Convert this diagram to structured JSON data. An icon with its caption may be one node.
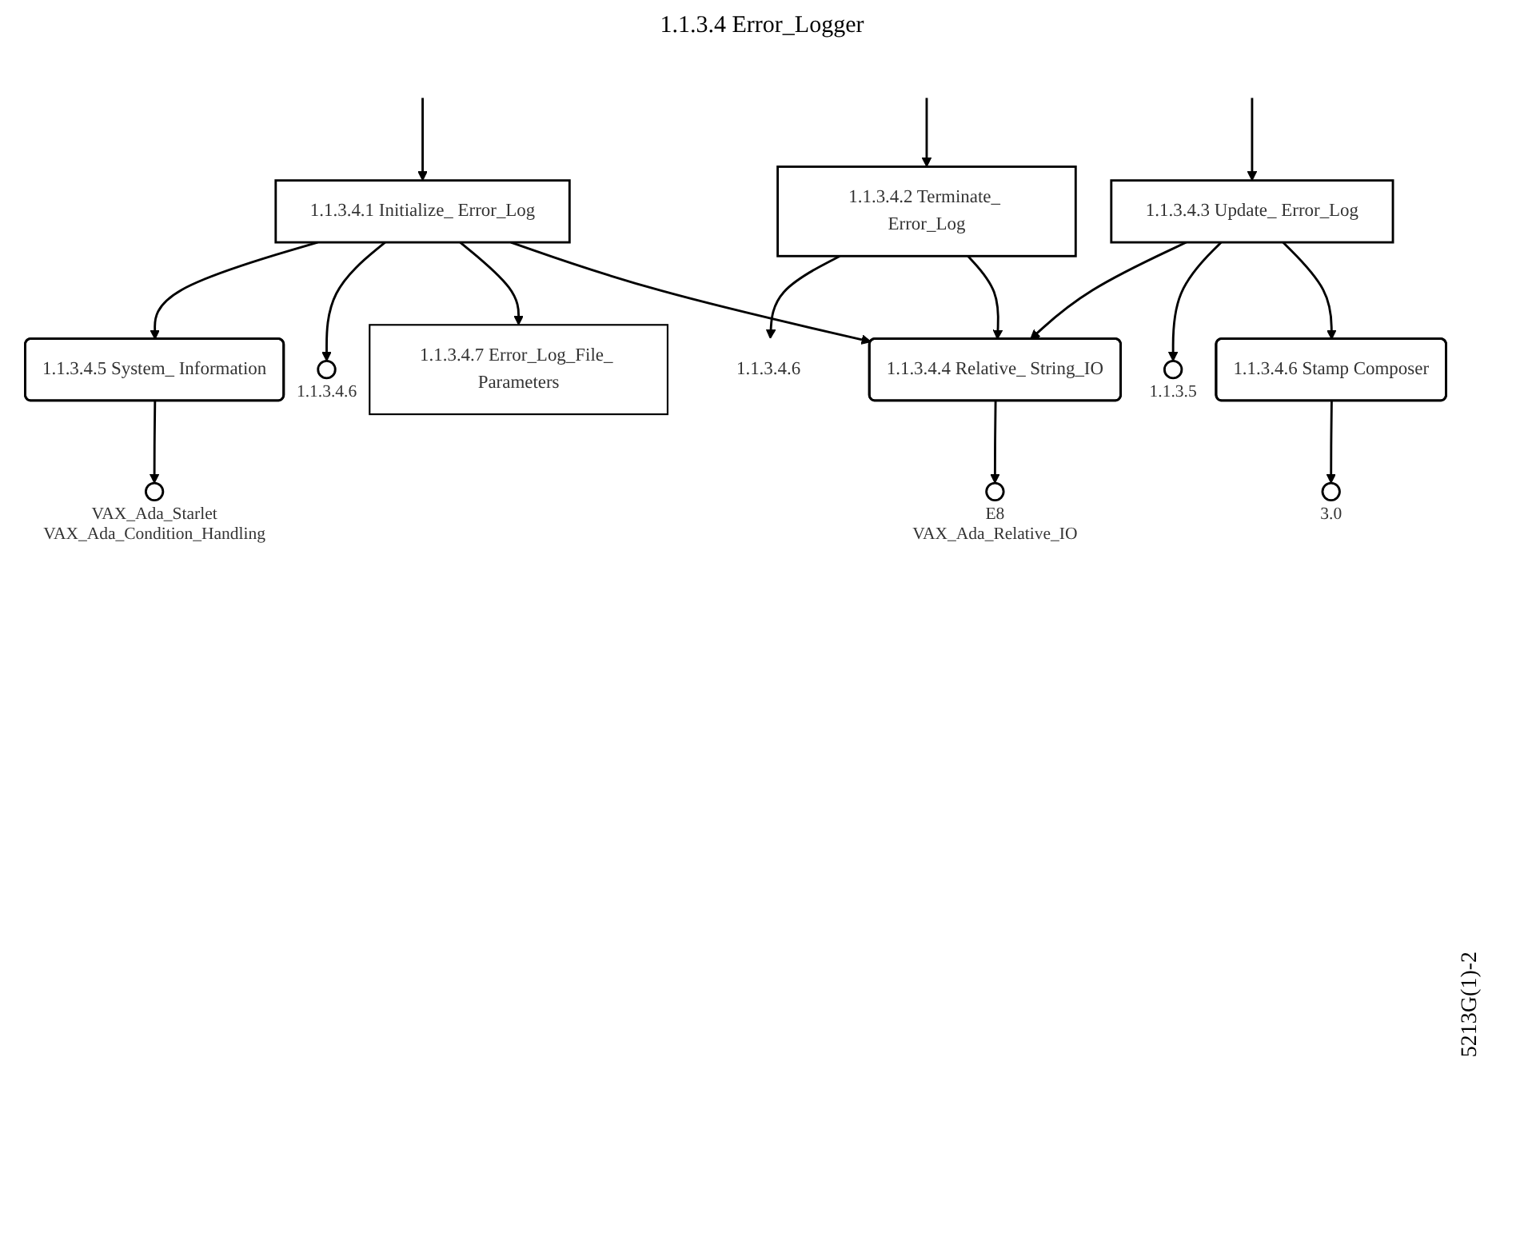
{
  "diagram": {
    "title": "1.1.3.4 Error_Logger",
    "nodes": [
      {
        "text": [
          "1.1.3.4.1 Initialize_ Error_Log"
        ]
      },
      {
        "text": [
          "1.1.3.4.2 Terminate_ Error_Log"
        ]
      },
      {
        "text": [
          "1.1.3.4.3 Update_ Error_Log"
        ]
      },
      {
        "text": [
          "1.1.3.4.5 System_ Information"
        ]
      },
      {
        "text": [],
        "shape": "circle",
        "beside": [
          "1.1.3.4.6"
        ]
      },
      {
        "text": [
          "1.1.3.4.7 Error_Log_File_ Parameters"
        ]
      },
      {
        "text": [
          "1.1.3.4.4 Relative_ String_IO"
        ]
      },
      {
        "text": [],
        "shape": "circle",
        "beside": [
          "1.1.3.5"
        ]
      },
      {
        "text": [
          "1.1.3.4.6 Stamp Composer"
        ]
      },
      {
        "text": [],
        "shape": "circle",
        "beside": [
          "VAX_Ada_Starlet",
          "VAX_Ada_Condition_Handling"
        ]
      },
      {
        "text": [],
        "shape": "circle",
        "beside": [
          "E8",
          "VAX_Ada_Relative_IO"
        ]
      },
      {
        "text": [],
        "shape": "circle",
        "beside": [
          "3.0"
        ]
      },
      {
        "text": [
          "1.1.3.4.6"
        ]
      }
    ],
    "edges": [
      {
        "from": null,
        "to": 0,
        "arrow": "to"
      },
      {
        "from": null,
        "to": 1,
        "arrow": "to"
      },
      {
        "from": null,
        "to": 2,
        "arrow": "to"
      },
      {
        "from": 0,
        "to": 3,
        "arrow": "to"
      },
      {
        "from": 0,
        "to": 4,
        "arrow": "to"
      },
      {
        "from": 0,
        "to": 5,
        "arrow": "to"
      },
      {
        "from": 0,
        "to": 6,
        "arrow": "to"
      },
      {
        "from": 1,
        "to": 12,
        "arrow": "to"
      },
      {
        "from": 1,
        "to": 6,
        "arrow": "to"
      },
      {
        "from": 2,
        "to": 6,
        "arrow": "to"
      },
      {
        "from": 2,
        "to": 7,
        "arrow": "to"
      },
      {
        "from": 2,
        "to": 8,
        "arrow": "to"
      },
      {
        "from": 3,
        "to": 9,
        "arrow": "to"
      },
      {
        "from": 6,
        "to": 10,
        "arrow": "to"
      },
      {
        "from": 8,
        "to": 11,
        "arrow": "to"
      }
    ],
    "labels": [
      "5213G(1)-2"
    ]
  }
}
